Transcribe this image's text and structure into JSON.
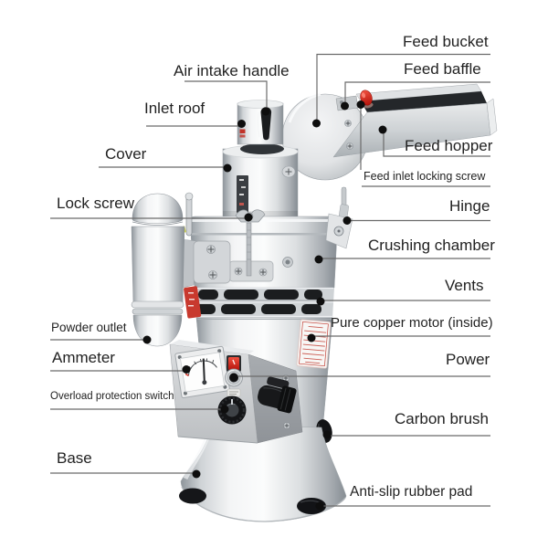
{
  "labels": {
    "feed_bucket": {
      "text": "Feed bucket"
    },
    "air_intake_handle": {
      "text": "Air intake handle"
    },
    "feed_baffle": {
      "text": "Feed baffle"
    },
    "inlet_roof": {
      "text": "Inlet roof"
    },
    "feed_hopper": {
      "text": "Feed hopper"
    },
    "cover": {
      "text": "Cover"
    },
    "feed_inlet_locking_screw": {
      "text": "Feed inlet locking screw"
    },
    "lock_screw": {
      "text": "Lock screw"
    },
    "hinge": {
      "text": "Hinge"
    },
    "crushing_chamber": {
      "text": "Crushing chamber"
    },
    "vents": {
      "text": "Vents"
    },
    "powder_outlet": {
      "text": "Powder outlet"
    },
    "pure_copper_motor": {
      "text": "Pure copper motor (inside)"
    },
    "ammeter": {
      "text": "Ammeter"
    },
    "power": {
      "text": "Power"
    },
    "overload_protection_switch": {
      "text": "Overload protection switch"
    },
    "carbon_brush": {
      "text": "Carbon brush"
    },
    "base": {
      "text": "Base"
    },
    "anti_slip_rubber_pad": {
      "text": "Anti-slip rubber pad"
    }
  },
  "colors": {
    "label_text": "#222222",
    "leader_line": "#6b6b6b",
    "leader_dot": "#0e0e0e",
    "accent_red": "#d6281a",
    "metal_light": "#f4f5f6",
    "metal_dark": "#868d93",
    "background": "#ffffff"
  }
}
